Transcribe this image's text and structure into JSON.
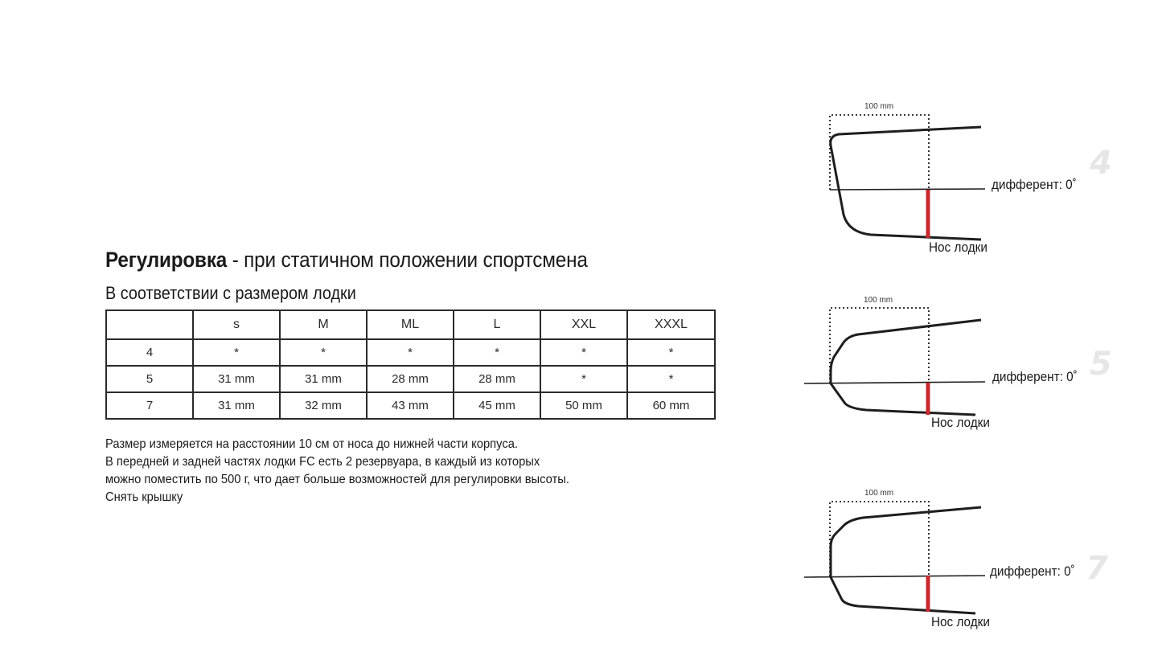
{
  "heading": {
    "title_bold": "Регулировка",
    "title_rest": " - при статичном положении спортсмена",
    "subtitle": "В соответствии с размером лодки"
  },
  "table": {
    "header": [
      "",
      "s",
      "M",
      "ML",
      "L",
      "XXL",
      "XXXL"
    ],
    "rows": [
      [
        "4",
        "*",
        "*",
        "*",
        "*",
        "*",
        "*"
      ],
      [
        "5",
        "31 mm",
        "31 mm",
        "28 mm",
        "28 mm",
        "*",
        "*"
      ],
      [
        "7",
        "31 mm",
        "32 mm",
        "43 mm",
        "45 mm",
        "50 mm",
        "60 mm"
      ]
    ]
  },
  "notes": [
    "Размер измеряется на расстоянии 10 см от носа до нижней части корпуса.",
    "В передней и задней частях лодки FC есть 2 резервуара, в каждый из которых",
    "можно поместить по 500 г, что дает больше возможностей для регулировки высоты.",
    "Снять крышку"
  ],
  "diagrams": [
    {
      "dimension": "100 mm",
      "trim": "дифферент: 0˚",
      "bow": "Нос лодки",
      "watermark": "4"
    },
    {
      "dimension": "100 mm",
      "trim": "дифферент: 0˚",
      "bow": "Нос лодки",
      "watermark": "5"
    },
    {
      "dimension": "100 mm",
      "trim": "дифферент: 0˚",
      "bow": "Нос лодки",
      "watermark": "7"
    }
  ],
  "colors": {
    "marker": "#c8282e",
    "line": "#1e1e1e"
  },
  "icons": {
    "hull": "bow-profile-diagram",
    "watermark": "model-number-watermark"
  }
}
